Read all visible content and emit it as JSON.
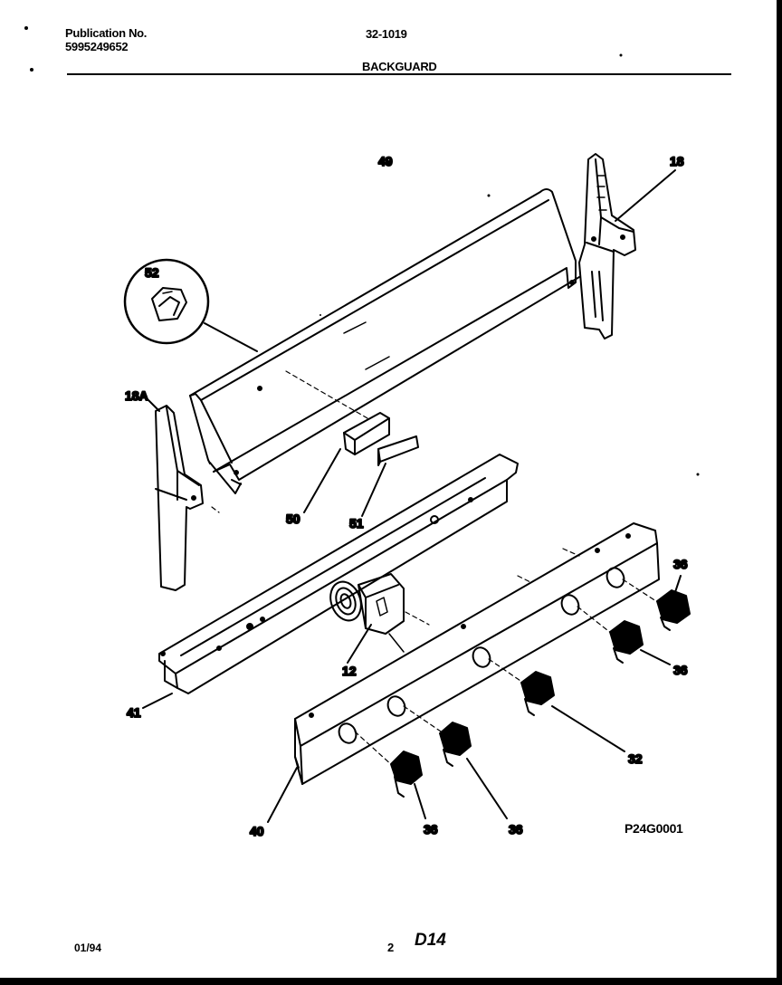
{
  "header": {
    "publication_label": "Publication No.",
    "publication_number": "5995249652",
    "document_code": "32-1019",
    "section_title": "BACKGUARD"
  },
  "callouts": {
    "c49": "49",
    "c18": "18",
    "c52": "52",
    "c18a": "18A",
    "c50": "50",
    "c51": "51",
    "c36a": "36",
    "c36b": "36",
    "c12": "12",
    "c41": "41",
    "c32": "32",
    "c40": "40",
    "c36c": "36",
    "c36d": "36"
  },
  "diagram_id": "P24G0001",
  "footer": {
    "date": "01/94",
    "page": "2",
    "sheet": "D14"
  }
}
